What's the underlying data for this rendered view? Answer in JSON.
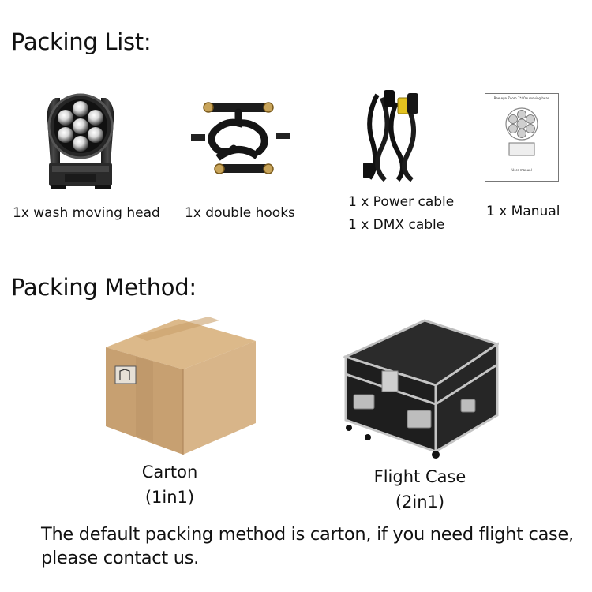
{
  "packing_list": {
    "title": "Packing List:",
    "items": [
      {
        "image": "moving-head-image",
        "label": "1x wash moving head"
      },
      {
        "image": "double-hooks-image",
        "label": "1x double hooks"
      },
      {
        "image": "cables-image",
        "label_1": "1 x Power cable",
        "label_2": "1 x DMX cable"
      },
      {
        "image": "manual-image",
        "label": "1 x Manual",
        "manual_header": "Bee eye Zoom 7*40w moving head",
        "manual_footer": "User manual"
      }
    ]
  },
  "packing_method": {
    "title": "Packing Method:",
    "options": [
      {
        "image": "carton-box-image",
        "name": "Carton",
        "qty": "(1in1)"
      },
      {
        "image": "flight-case-image",
        "name": "Flight Case",
        "qty": "(2in1)"
      }
    ]
  },
  "note": {
    "line_1": "The default packing method is carton, if you need flight case,",
    "line_2": "please contact us."
  }
}
